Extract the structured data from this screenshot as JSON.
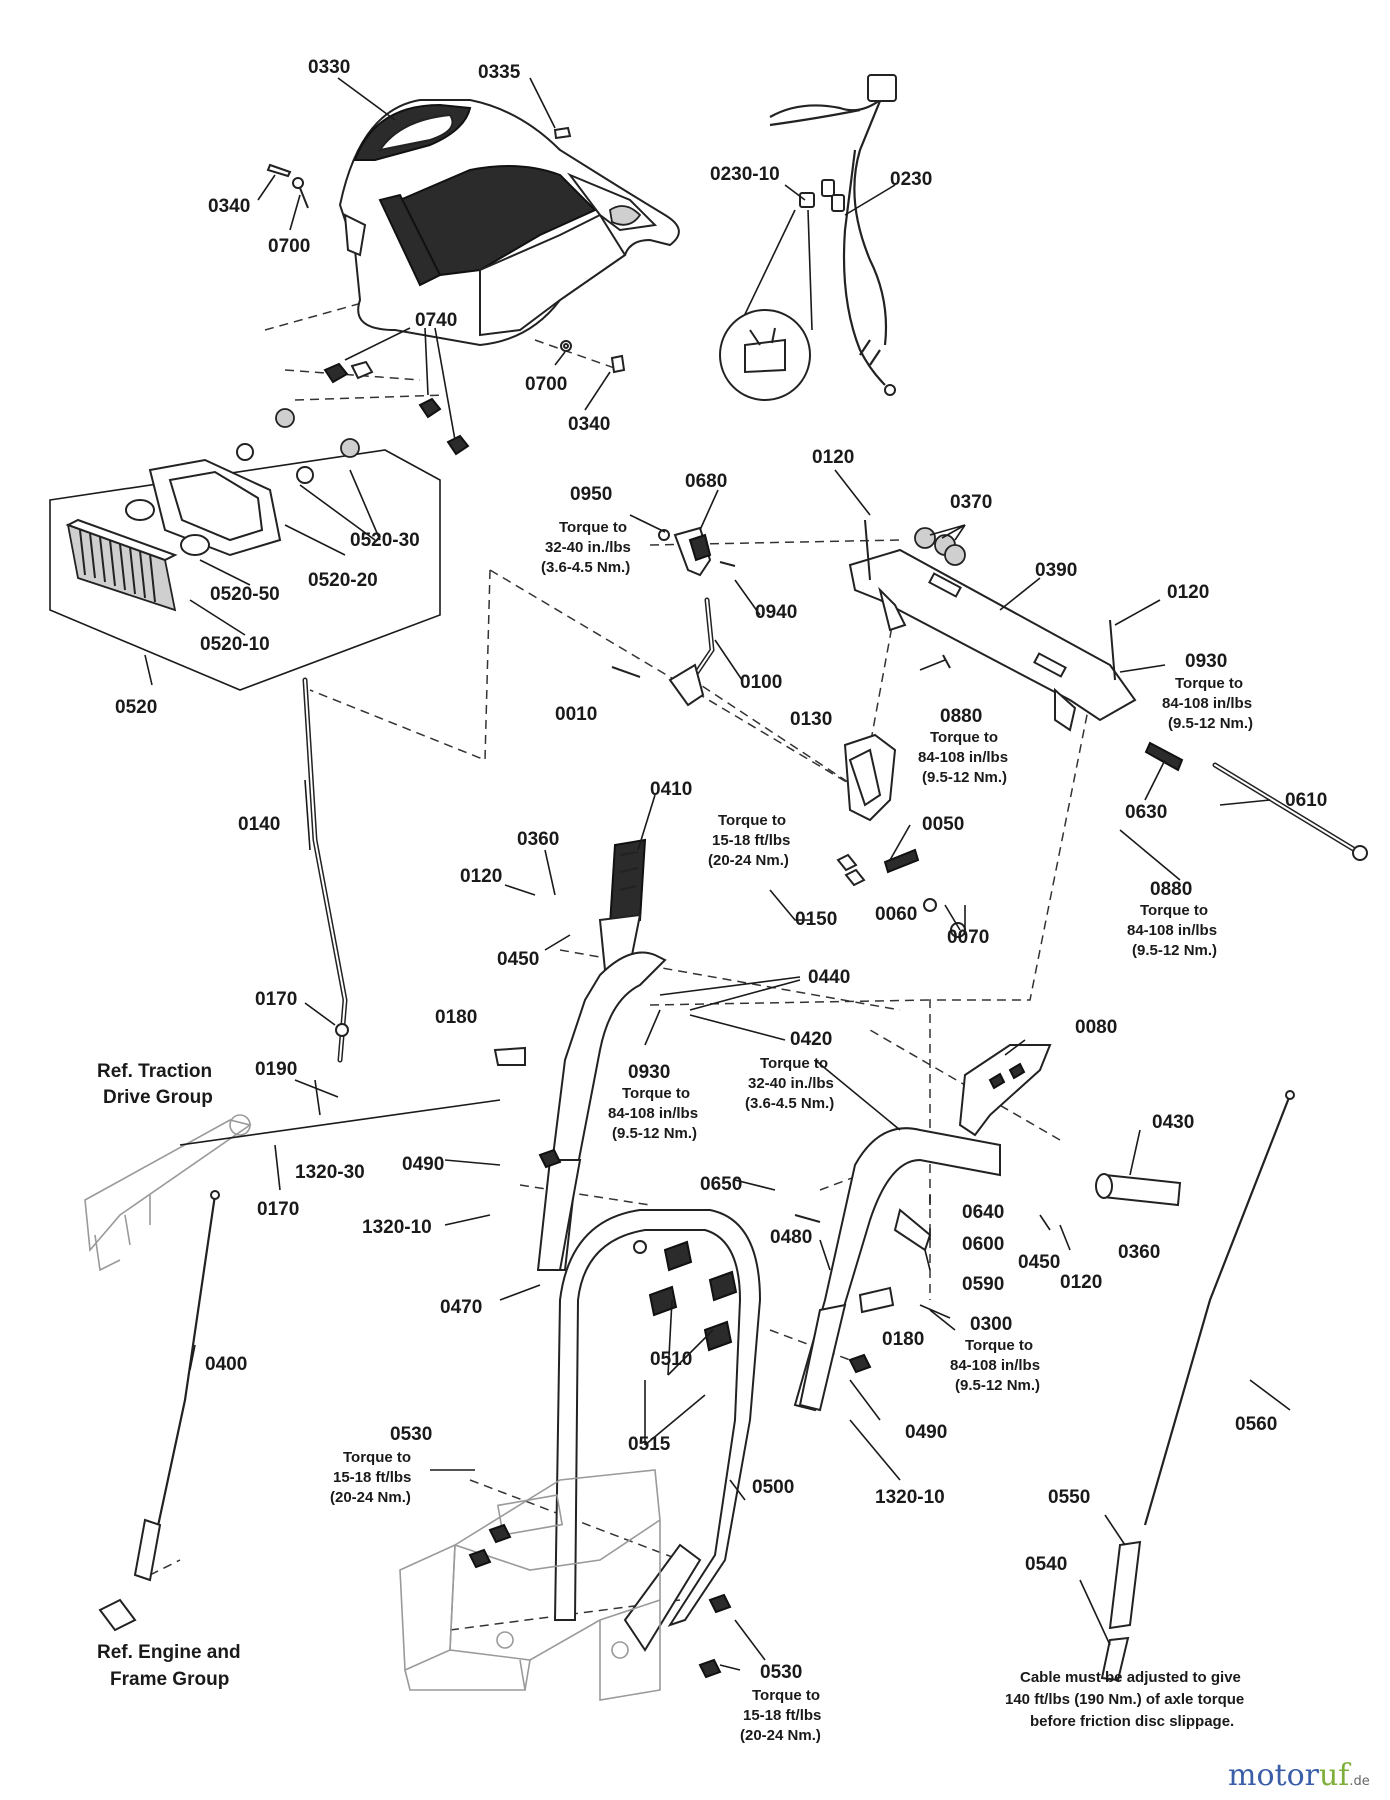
{
  "labels": {
    "p0330": "0330",
    "p0335": "0335",
    "p0340a": "0340",
    "p0700a": "0700",
    "p0740": "0740",
    "p0700b": "0700",
    "p0340b": "0340",
    "p0230_10": "0230-10",
    "p0230": "0230",
    "p0520_30": "0520-30",
    "p0520_20": "0520-20",
    "p0520_50": "0520-50",
    "p0520_10": "0520-10",
    "p0520": "0520",
    "p0950": "0950",
    "p0680": "0680",
    "p0940": "0940",
    "p0100": "0100",
    "p0010": "0010",
    "p0120a": "0120",
    "p0370": "0370",
    "p0390": "0390",
    "p0120b": "0120",
    "p0930a": "0930",
    "p0880a": "0880",
    "p0130": "0130",
    "p0630": "0630",
    "p0610": "0610",
    "p0880b": "0880",
    "p0140": "0140",
    "p0410": "0410",
    "p0360a": "0360",
    "p0120c": "0120",
    "p0450a": "0450",
    "p0050": "0050",
    "p0150": "0150",
    "p0060": "0060",
    "p0070": "0070",
    "p0440": "0440",
    "p0420": "0420",
    "p0930b": "0930",
    "p0170a": "0170",
    "p0180a": "0180",
    "p0190": "0190",
    "p1320_30": "1320-30",
    "p0170b": "0170",
    "p0080": "0080",
    "p0430": "0430",
    "p0490a": "0490",
    "p1320_10a": "1320-10",
    "p0650": "0650",
    "p0640": "0640",
    "p0600": "0600",
    "p0590": "0590",
    "p0450b": "0450",
    "p0120d": "0120",
    "p0360b": "0360",
    "p0480": "0480",
    "p0470": "0470",
    "p0510": "0510",
    "p0180b": "0180",
    "p0300": "0300",
    "p0400": "0400",
    "p0515": "0515",
    "p0490b": "0490",
    "p1320_10b": "1320-10",
    "p0560": "0560",
    "p0530a": "0530",
    "p0500": "0500",
    "p0550": "0550",
    "p0540": "0540",
    "p0530b": "0530"
  },
  "torque_notes": {
    "t0950": [
      "Torque to",
      "32-40 in./lbs",
      "(3.6-4.5 Nm.)"
    ],
    "t0930a": [
      "Torque to",
      "84-108 in/lbs",
      "(9.5-12 Nm.)"
    ],
    "t0880a": [
      "Torque to",
      "84-108 in/lbs",
      "(9.5-12 Nm.)"
    ],
    "t0150": [
      "Torque to",
      "15-18 ft/lbs",
      "(20-24 Nm.)"
    ],
    "t0880b": [
      "Torque to",
      "84-108 in/lbs",
      "(9.5-12 Nm.)"
    ],
    "t0930b": [
      "Torque to",
      "84-108 in/lbs",
      "(9.5-12 Nm.)"
    ],
    "t0420": [
      "Torque to",
      "32-40 in./lbs",
      "(3.6-4.5 Nm.)"
    ],
    "t0300": [
      "Torque to",
      "84-108 in/lbs",
      "(9.5-12 Nm.)"
    ],
    "t0530a": [
      "Torque to",
      "15-18 ft/lbs",
      "(20-24 Nm.)"
    ],
    "t0530b": [
      "Torque to",
      "15-18 ft/lbs",
      "(20-24 Nm.)"
    ]
  },
  "references": {
    "traction": [
      "Ref. Traction",
      "Drive Group"
    ],
    "engine": [
      "Ref. Engine and",
      "Frame Group"
    ]
  },
  "cable_note": [
    "Cable must be adjusted to give",
    "140 ft/lbs (190 Nm.) of axle torque",
    "before friction disc slippage."
  ],
  "watermark": {
    "brand_main": "motor",
    "brand_accent": "uf",
    "suffix": ".de"
  },
  "colors": {
    "ink": "#1a1a1a",
    "watermark_blue": "#3a5ea8",
    "watermark_green": "#7fae3a"
  }
}
